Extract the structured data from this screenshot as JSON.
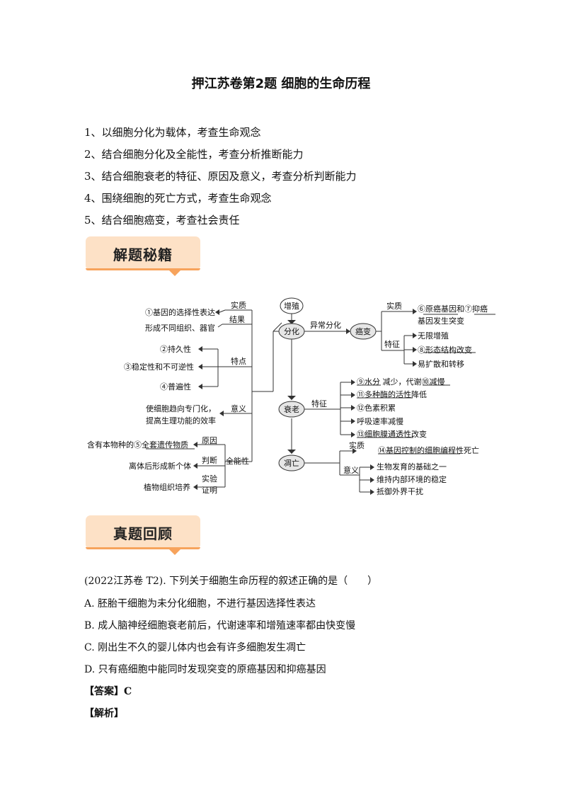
{
  "title": "押江苏卷第2题  细胞的生命历程",
  "objectives": [
    "1、以细胞分化为载体，考查生命观念",
    "2、结合细胞分化及全能性，考查分析推断能力",
    "3、结合细胞衰老的特征、原因及意义，考查分析判断能力",
    "4、围绕细胞的死亡方式，考查生命观念",
    "5、结合细胞癌变，考查社会责任"
  ],
  "banner1": "解题秘籍",
  "banner2": "真题回顾",
  "diagram": {
    "nodes": {
      "prolif": "增殖",
      "diff": "分化",
      "cancer": "癌变",
      "aging": "衰老",
      "apop": "凋亡"
    },
    "left": {
      "essence_label": "实质",
      "essence": "①基因的选择性表达",
      "result_label": "结果",
      "result": "形成不同组织、器官",
      "features_label": "特点",
      "features": [
        "②持久性",
        "③稳定性和不可逆性",
        "④普遍性"
      ],
      "meaning_label": "意义",
      "meaning": [
        "使细胞趋向专门化，",
        "提高生理功能的效率"
      ],
      "totipotency_label": "全能性",
      "cause_label": "原因",
      "cause": "含有本物种的⑤全套遗传物质",
      "judge_label": "判断",
      "judge": "离体后形成新个体",
      "proof_label": [
        "实验",
        "证明"
      ],
      "proof": "植物组织培养"
    },
    "abnormal_label": "异常分化",
    "cancer_branch": {
      "essence_label": "实质",
      "essence": [
        "⑥原癌基因和⑦抑癌",
        "基因发生突变"
      ],
      "features_label": "特征",
      "features": [
        "无限增殖",
        "⑧形态结构改变",
        "易扩散和转移"
      ]
    },
    "aging_branch": {
      "features_label": "特征",
      "features": [
        "⑨水分  减少，代谢⑩减慢",
        "⑪多种酶的活性降低",
        "⑫色素积累",
        "呼吸速率减慢",
        "⑬细胞膜通透性改变"
      ]
    },
    "apop_branch": {
      "essence_label": "实质",
      "essence": "⑭基因控制的细胞编程性死亡",
      "meaning_label": "意义",
      "meaning": [
        "生物发育的基础之一",
        "维持内部环境的稳定",
        "抵御外界干扰"
      ]
    }
  },
  "question": {
    "stem": "(2022江苏卷 T2). 下列关于细胞生命历程的叙述正确的是（　　）",
    "options": [
      "A.  胚胎干细胞为未分化细胞，不进行基因选择性表达",
      "B.  成人脑神经细胞衰老前后，代谢速率和增殖速率都由快变慢",
      "C.  刚出生不久的婴儿体内也会有许多细胞发生凋亡",
      "D.  只有癌细胞中能同时发现突变的原癌基因和抑癌基因"
    ],
    "answer": "【答案】C",
    "analysis": "【解析】"
  }
}
